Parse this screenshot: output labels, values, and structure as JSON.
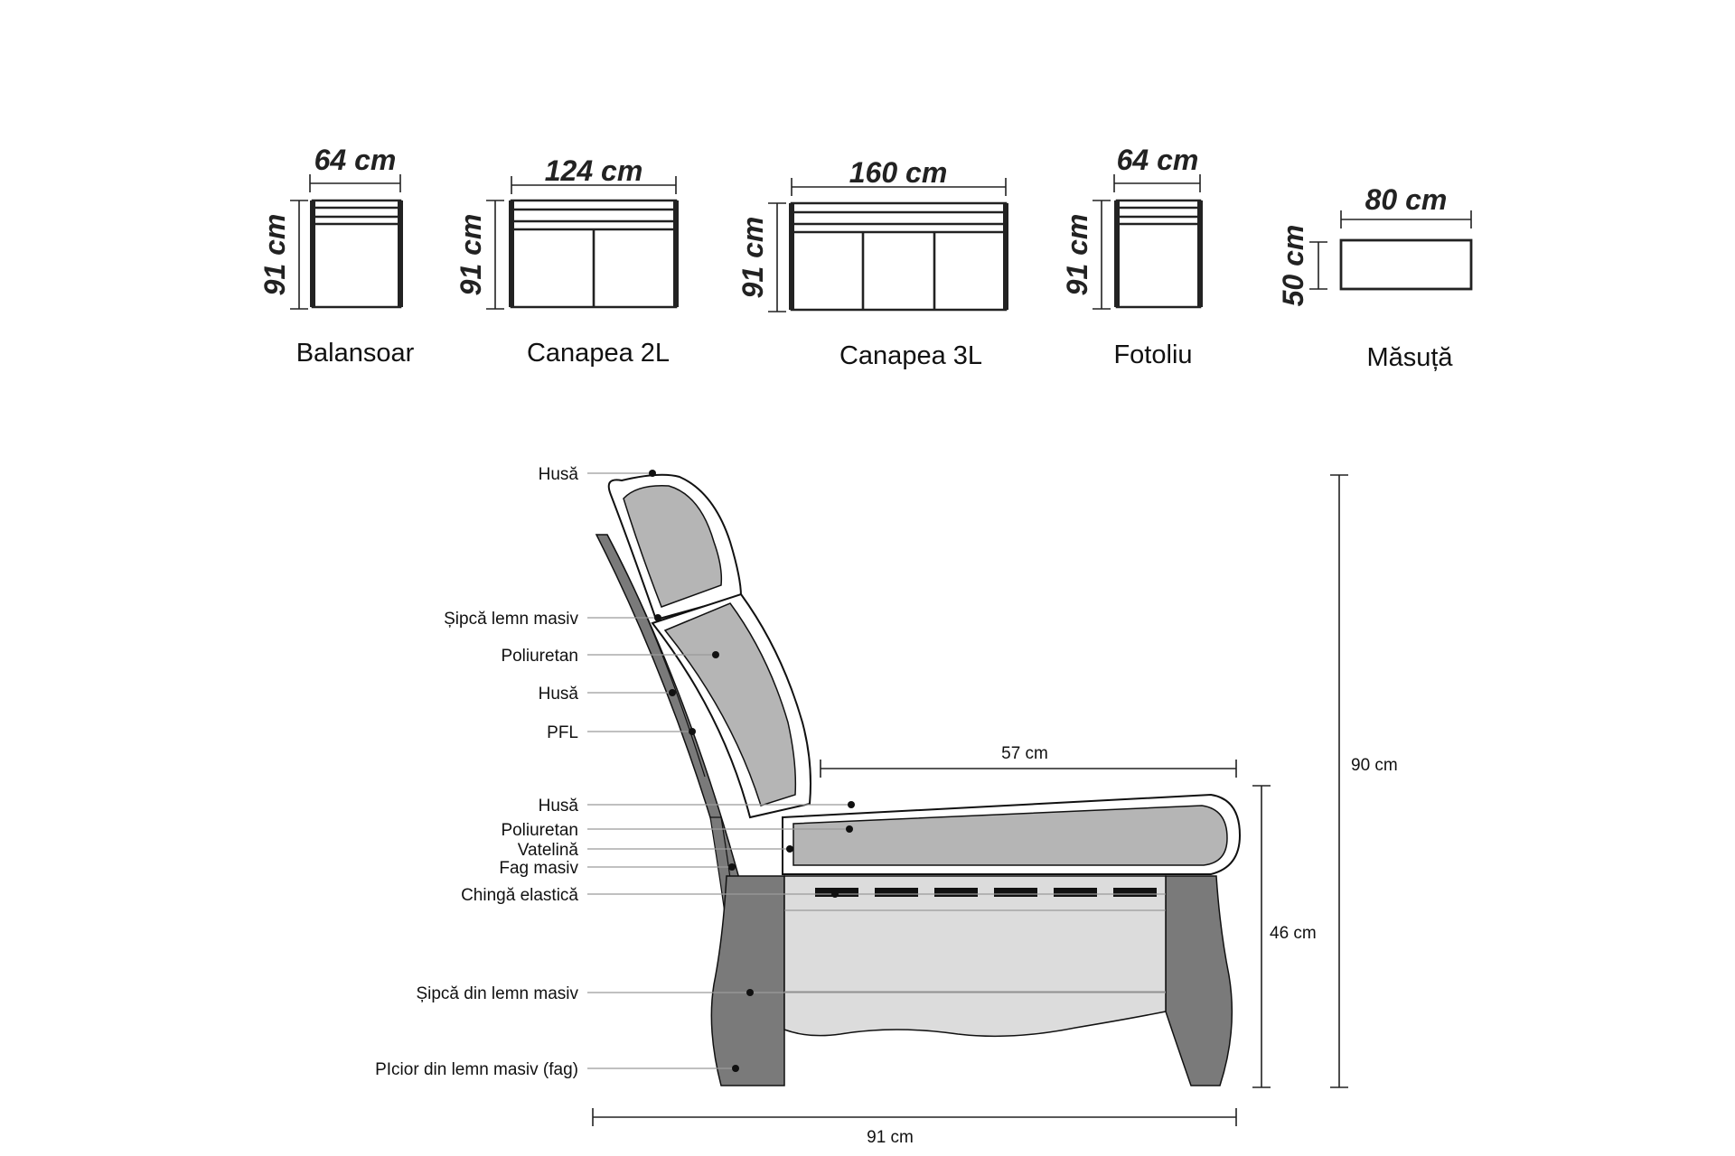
{
  "furniture": [
    {
      "name": "Balansoar",
      "width": "64 cm",
      "height": "91 cm",
      "seats": 1
    },
    {
      "name": "Canapea 2L",
      "width": "124 cm",
      "height": "91 cm",
      "seats": 2
    },
    {
      "name": "Canapea 3L",
      "width": "160 cm",
      "height": "91 cm",
      "seats": 3
    },
    {
      "name": "Fotoliu",
      "width": "64 cm",
      "height": "91 cm",
      "seats": 1
    },
    {
      "name": "Măsuță",
      "width": "80 cm",
      "height": "50 cm",
      "seats": 0
    }
  ],
  "section": {
    "labels": [
      "Husă",
      "Șipcă lemn masiv",
      "Poliuretan",
      "Husă",
      "PFL",
      "Husă",
      "Poliuretan",
      "Vatelină",
      "Fag masiv",
      "Chingă elastică",
      "Șipcă din lemn masiv",
      "PIcior din lemn masiv (fag)"
    ],
    "dimensions": {
      "seat_depth": "57 cm",
      "total_height": "90 cm",
      "seat_height": "46 cm",
      "total_depth": "91 cm"
    }
  }
}
